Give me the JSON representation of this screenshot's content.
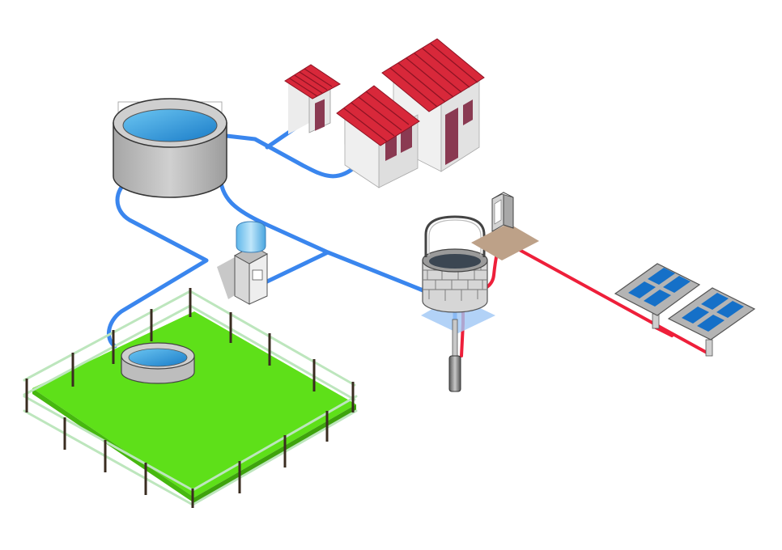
{
  "colors": {
    "background": "#ffffff",
    "water_pipe": "#3a86ee",
    "power_cable": "#ee1f3a",
    "grass": "#5ee019",
    "roof": "#d8283a",
    "wall": "#ececec",
    "door": "#8a3a52",
    "tank_body": "#bcbcbc",
    "water": "#2aa0e0",
    "panel_frame": "#a8a8a8",
    "panel_cell": "#1570c8",
    "fence_rail": "#bde6bd",
    "fence_post": "#3a2c20",
    "stone": "#d6d6d6",
    "ground_patch": "#bda188",
    "well_pad": "#9fc7f5"
  },
  "components": [
    {
      "id": "storage-tank",
      "icon": "water-tank-icon"
    },
    {
      "id": "small-house",
      "icon": "house-icon"
    },
    {
      "id": "main-house",
      "icon": "house-icon"
    },
    {
      "id": "water-dispenser",
      "icon": "water-dispenser-icon"
    },
    {
      "id": "stone-well",
      "icon": "well-icon"
    },
    {
      "id": "submersible-pump",
      "icon": "pump-icon"
    },
    {
      "id": "pump-controller",
      "icon": "control-box-icon"
    },
    {
      "id": "solar-panel-1",
      "icon": "solar-panel-icon"
    },
    {
      "id": "solar-panel-2",
      "icon": "solar-panel-icon"
    },
    {
      "id": "fenced-pasture",
      "icon": "pasture-icon"
    },
    {
      "id": "livestock-trough",
      "icon": "trough-icon"
    }
  ],
  "connections": [
    {
      "id": "pipe-well-to-tank",
      "type": "water",
      "from": "stone-well",
      "to": "storage-tank"
    },
    {
      "id": "pipe-tank-to-houses",
      "type": "water",
      "from": "storage-tank",
      "to": "main-house"
    },
    {
      "id": "pipe-tank-to-trough",
      "type": "water",
      "from": "storage-tank",
      "to": "livestock-trough"
    },
    {
      "id": "pipe-to-dispenser",
      "type": "water",
      "from": "storage-tank",
      "to": "water-dispenser"
    },
    {
      "id": "cable-solar-to-controller",
      "type": "power",
      "from": "solar-panel-2",
      "to": "pump-controller"
    },
    {
      "id": "cable-controller-to-pump",
      "type": "power",
      "from": "pump-controller",
      "to": "submersible-pump"
    }
  ]
}
